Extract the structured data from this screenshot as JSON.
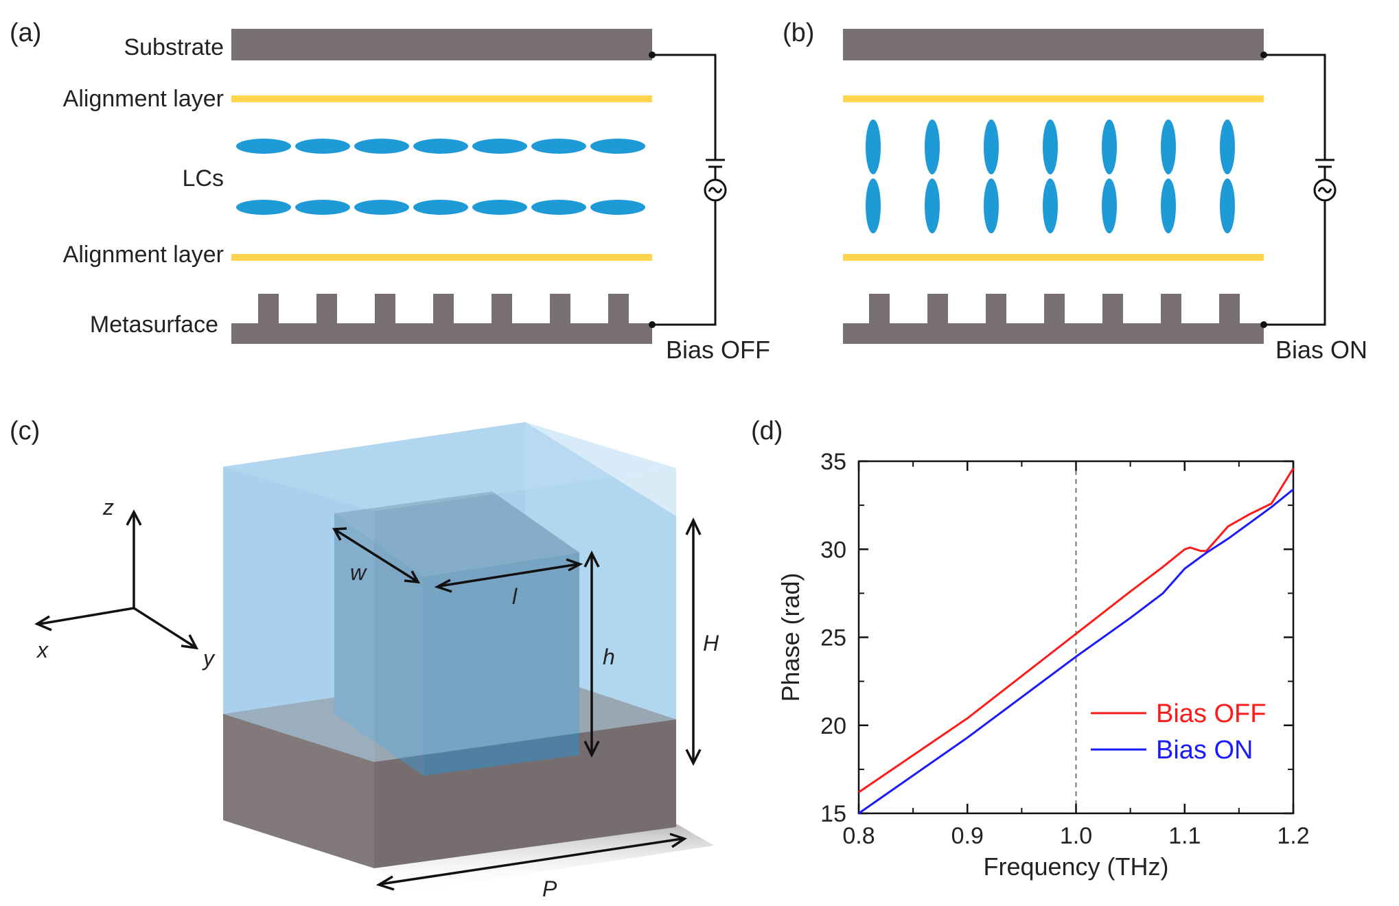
{
  "panels": {
    "a": {
      "tag": "(a)",
      "labels": {
        "substrate": "Substrate",
        "alignment_top": "Alignment layer",
        "lcs": "LCs",
        "alignment_bottom": "Alignment layer",
        "metasurface": "Metasurface"
      },
      "bias": "Bias OFF"
    },
    "b": {
      "tag": "(b)",
      "bias": "Bias ON"
    },
    "c": {
      "tag": "(c)",
      "axes": {
        "z": "z",
        "x": "x",
        "y": "y"
      },
      "dims": {
        "w": "w",
        "l": "l",
        "h": "h",
        "H": "H",
        "P": "P"
      }
    },
    "d": {
      "tag": "(d)"
    }
  },
  "colors": {
    "substrate": "#787070",
    "alignment": "#FFD54F",
    "lc": "#1E9AD6",
    "liquid": "#A9D3EE",
    "pillar": "#4F7FA1",
    "bias_off": "#FF1A1A",
    "bias_on": "#1A1AFF"
  },
  "chart_data": {
    "type": "line",
    "xlabel": "Frequency (THz)",
    "ylabel": "Phase (rad)",
    "xlim": [
      0.8,
      1.2
    ],
    "ylim": [
      15,
      35
    ],
    "xticks": [
      "0.8",
      "0.9",
      "1.0",
      "1.1",
      "1.2"
    ],
    "yticks": [
      "15",
      "20",
      "25",
      "30",
      "35"
    ],
    "reference_line_x": 1.0,
    "legend_position": "bottom-right",
    "series": [
      {
        "name": "Bias OFF",
        "color": "#FF1A1A",
        "points": [
          [
            0.8,
            16.2
          ],
          [
            0.9,
            20.4
          ],
          [
            1.0,
            25.2
          ],
          [
            1.05,
            27.6
          ],
          [
            1.08,
            29.0
          ],
          [
            1.1,
            30.0
          ],
          [
            1.105,
            30.1
          ],
          [
            1.115,
            29.9
          ],
          [
            1.12,
            29.9
          ],
          [
            1.13,
            30.6
          ],
          [
            1.14,
            31.3
          ],
          [
            1.16,
            32.0
          ],
          [
            1.18,
            32.6
          ],
          [
            1.19,
            33.6
          ],
          [
            1.2,
            34.6
          ]
        ]
      },
      {
        "name": "Bias ON",
        "color": "#1A1AFF",
        "points": [
          [
            0.8,
            15.0
          ],
          [
            0.9,
            19.3
          ],
          [
            1.0,
            23.9
          ],
          [
            1.05,
            26.1
          ],
          [
            1.08,
            27.5
          ],
          [
            1.1,
            28.9
          ],
          [
            1.12,
            29.8
          ],
          [
            1.14,
            30.6
          ],
          [
            1.16,
            31.5
          ],
          [
            1.18,
            32.4
          ],
          [
            1.2,
            33.4
          ]
        ]
      }
    ]
  }
}
